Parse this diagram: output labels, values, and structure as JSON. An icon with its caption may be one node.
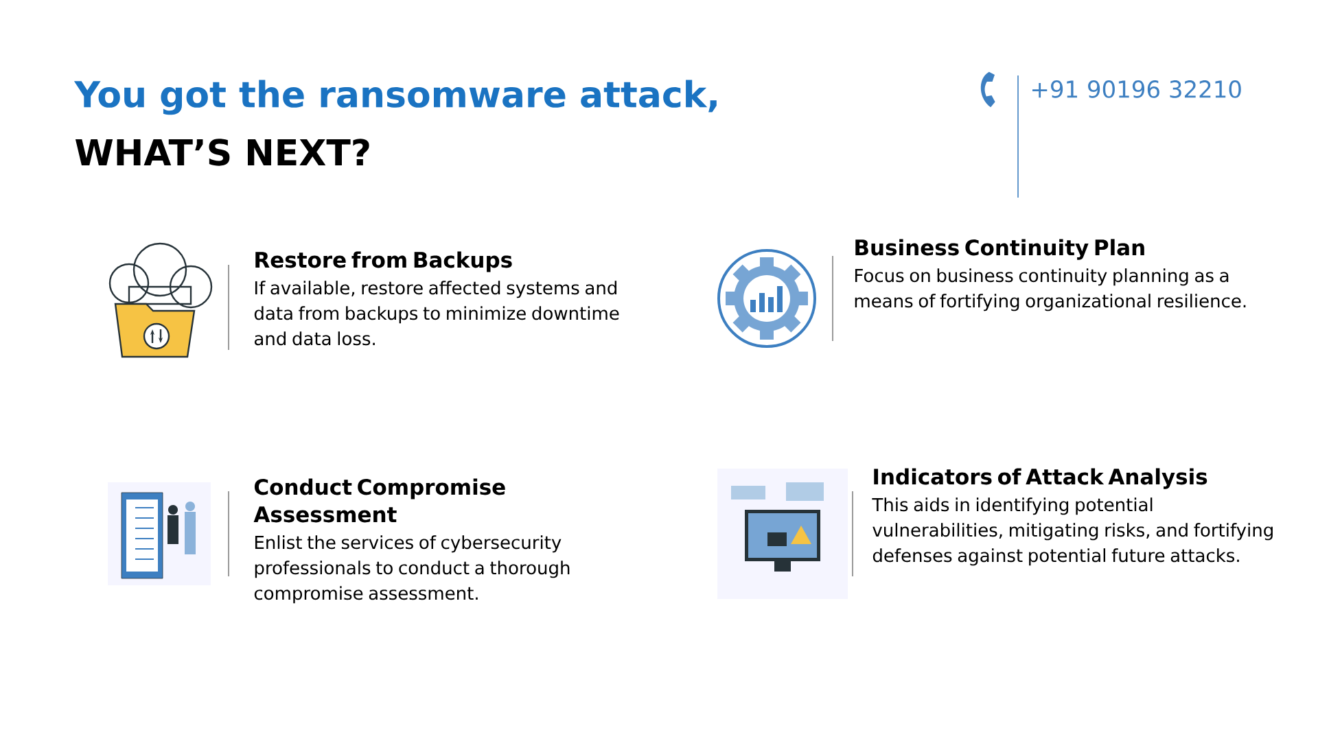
{
  "diagram": {
    "title": "You got the ransomware attack,",
    "nodes": [
      {
        "text": [
          "Restore from Backups",
          "If available, restore affected systems and data from backups to minimize downtime and data loss."
        ]
      },
      {
        "text": [
          "Business Continuity Plan",
          "Focus on business continuity planning as a means of fortifying organizational resilience."
        ]
      },
      {
        "text": [
          "Conduct Compromise Assessment",
          "Enlist the services of cybersecurity professionals to conduct a thorough compromise assessment."
        ]
      },
      {
        "text": [
          "Indicators of Attack Analysis",
          "This aids in identifying potential vulnerabilities, mitigating risks, and fortifying defenses against potential future attacks."
        ]
      }
    ],
    "labels": [
      "WHAT’S NEXT?",
      "+91 90196 32210"
    ]
  }
}
